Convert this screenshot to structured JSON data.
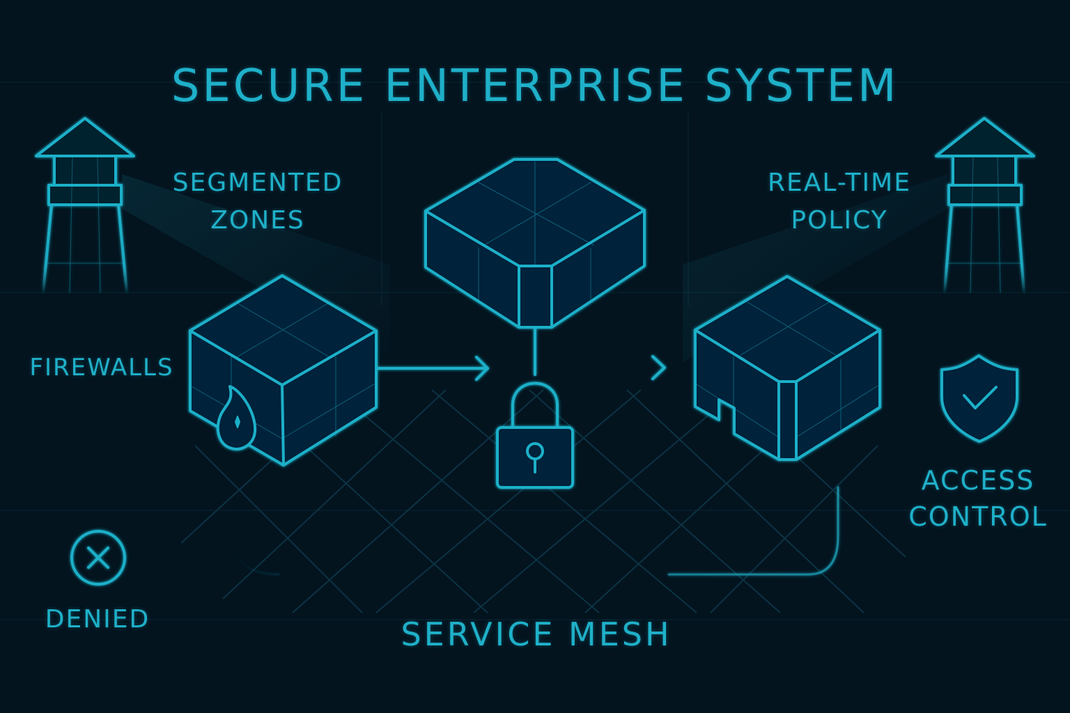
{
  "title": "Secure Enterprise System",
  "theme": {
    "background": "#03141f",
    "accent": "#1fb0c9",
    "grid": "#0e3a4a",
    "fill": "#06243a"
  },
  "labels": {
    "segmented": "Segmented Zones",
    "realtime": "Real-Time Policy",
    "firewalls": "Firewalls",
    "access": "Access Control",
    "denied": "Denied",
    "mesh": "Service Mesh"
  },
  "nodes": [
    {
      "id": "firewall-node",
      "name": "firewall-cube",
      "icon": "flame-icon"
    },
    {
      "id": "central-node",
      "name": "central-zone-block"
    },
    {
      "id": "policy-node",
      "name": "policy-cube"
    }
  ],
  "connections": [
    {
      "from": "firewall-node",
      "to": "lock",
      "type": "arrow"
    },
    {
      "from": "central-node",
      "to": "lock",
      "type": "line"
    },
    {
      "from": "lock",
      "to": "policy-node",
      "type": "arrow"
    },
    {
      "from": "firewall-node",
      "to": "policy-node",
      "type": "loop",
      "via": "service-mesh"
    }
  ],
  "icons": {
    "watchtower_left": "watchtower-icon",
    "watchtower_right": "watchtower-icon",
    "lock": "padlock-icon",
    "shield": "shield-check-icon",
    "denied": "x-circle-icon",
    "flame": "flame-icon"
  }
}
